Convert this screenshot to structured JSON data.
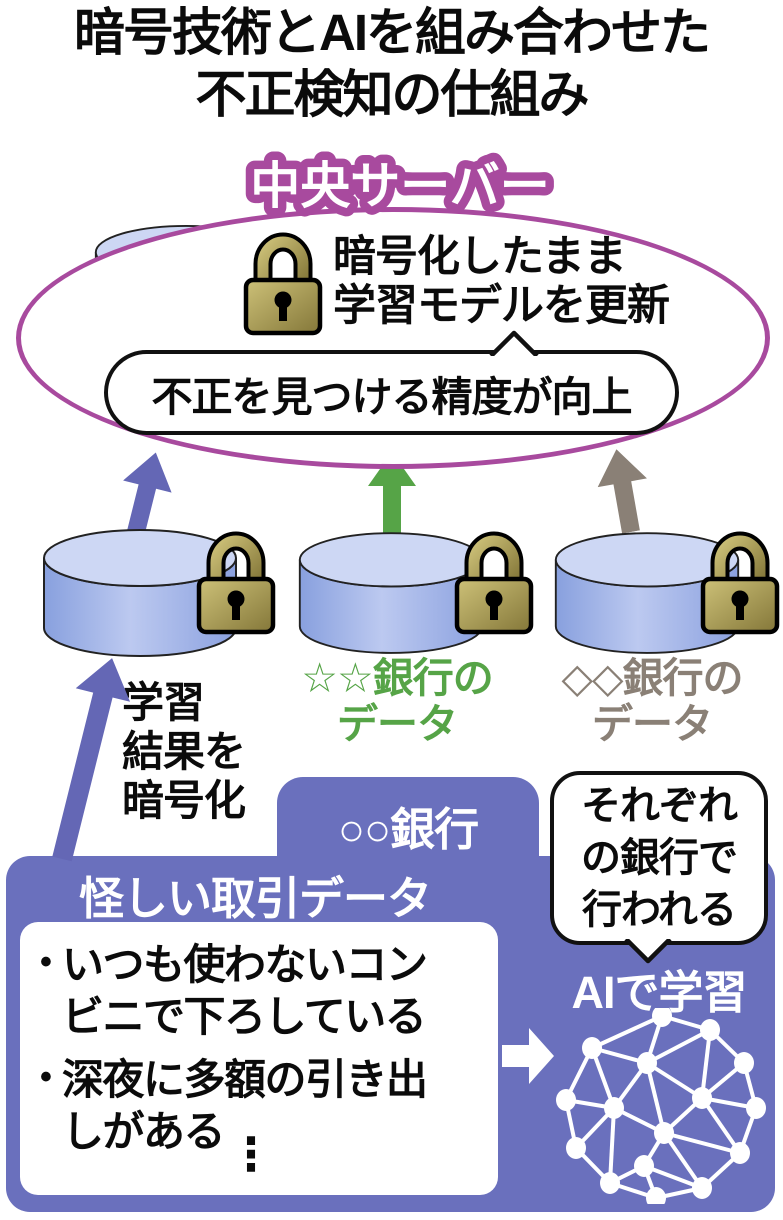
{
  "title": {
    "line1": "暗号技術とAIを組み合わせた",
    "line2": "不正検知の仕組み"
  },
  "central_server": {
    "badge": "中央サーバー",
    "note_line1": "暗号化したまま",
    "note_line2": "学習モデルを更新",
    "result_bubble": "不正を見つける精度が向上"
  },
  "uploads": {
    "left_caption_line1": "学習",
    "left_caption_line2": "結果を",
    "left_caption_line3": "暗号化",
    "middle_caption_line1": "☆☆銀行の",
    "middle_caption_line2": "データ",
    "right_caption_line1": "◇◇銀行の",
    "right_caption_line2": "データ"
  },
  "bank_panel": {
    "tab": "○○銀行",
    "header": "怪しい取引データ",
    "bullet_glyph": "•",
    "bullet1_line1": "いつも使わないコン",
    "bullet1_line2": "ビニで下ろしている",
    "bullet2_line1": "深夜に多額の引き出",
    "bullet2_line2": "しがある",
    "ellipsis": "⋮",
    "note_line1": "それぞれ",
    "note_line2": "の銀行で",
    "note_line3": "行われる",
    "ai_label": "AIで学習"
  },
  "colors": {
    "magenta": "#a84a9e",
    "panel-purple": "#6a70bd",
    "arrow-purple": "#6467b5",
    "arrow-green": "#56a447",
    "arrow-gray": "#8a8076",
    "text-green": "#56a447",
    "text-gray": "#8a8076",
    "cylinder-top": "#cdd7f4",
    "cylinder-body": "#9db1e7",
    "lock-gold": "#a89c52"
  }
}
